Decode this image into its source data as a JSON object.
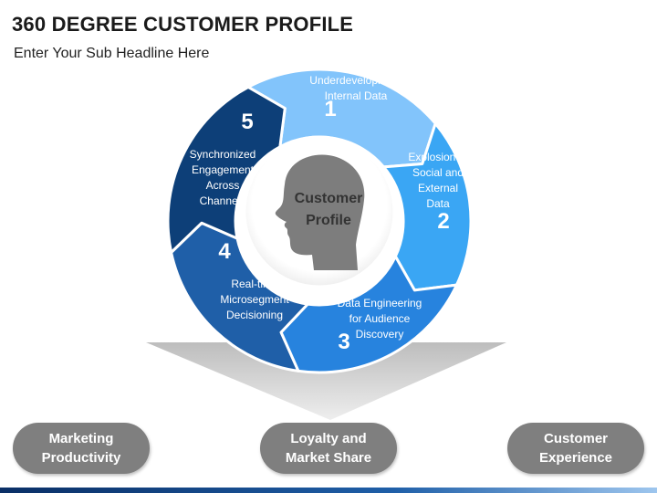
{
  "title": "360 DEGREE CUSTOMER PROFILE",
  "subtitle": "Enter Your Sub Headline Here",
  "center": {
    "line1": "Customer",
    "line2": "Profile"
  },
  "segments": [
    {
      "number": "1",
      "lines": [
        "Underdevelopment",
        "Internal Data"
      ],
      "color": "#82c4fb"
    },
    {
      "number": "2",
      "lines": [
        "Explosion  of",
        "Social and",
        "External",
        "Data"
      ],
      "color": "#3aa6f4"
    },
    {
      "number": "3",
      "lines": [
        "Data Engineering",
        "for Audience",
        "Discovery"
      ],
      "color": "#2783de"
    },
    {
      "number": "4",
      "lines": [
        "Real-time",
        "Microsegment",
        "Decisioning"
      ],
      "color": "#1f5fa8"
    },
    {
      "number": "5",
      "lines": [
        "Synchronized",
        "Engagement",
        "Across",
        "Channels"
      ],
      "color": "#0d3f78"
    }
  ],
  "outcomes": [
    {
      "label": "Marketing\nProductivity"
    },
    {
      "label": "Loyalty and\nMarket Share"
    },
    {
      "label": "Customer\nExperience"
    }
  ],
  "colors": {
    "pill": "#7f7f7f",
    "head": "#7d7d7d",
    "center_fill": "#ffffff"
  }
}
